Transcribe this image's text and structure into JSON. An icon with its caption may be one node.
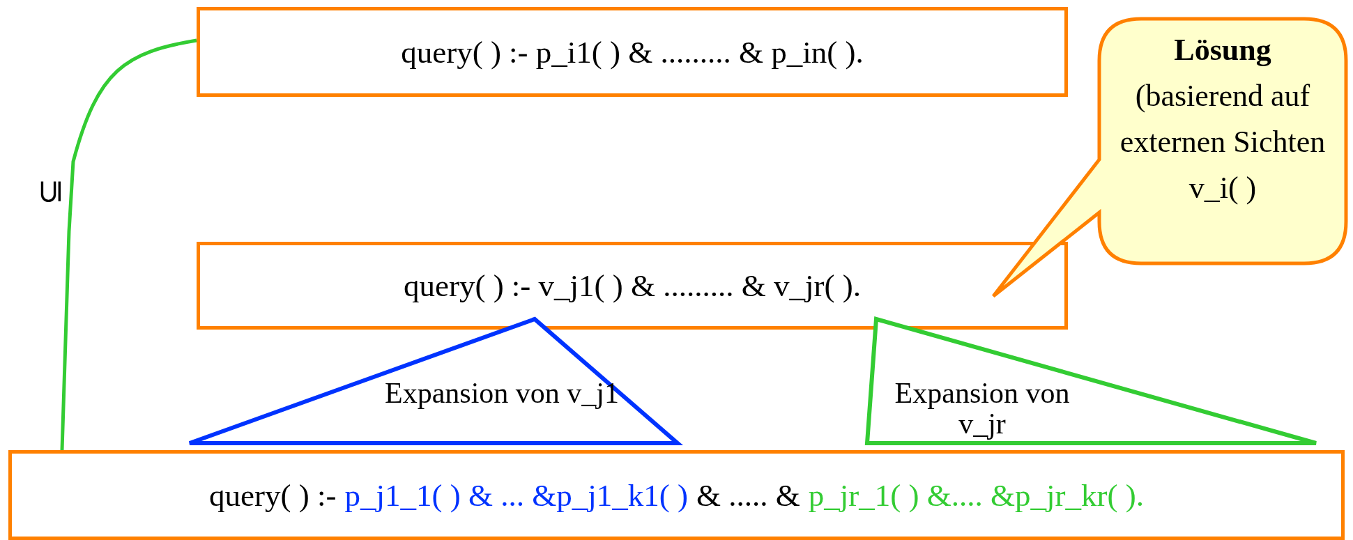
{
  "diagram": {
    "nodes": [
      {
        "text": [
          "query( ) :- p_i1( ) & ......... & p_in( )."
        ]
      },
      {
        "text": [
          "query( ) :- v_j1( ) & ......... & v_jr( )."
        ]
      },
      {
        "text": [
          "Lösung",
          "(basierend auf externen Sichten v_i( )"
        ]
      },
      {
        "text": [
          "Expansion von v_j1"
        ]
      },
      {
        "text": [
          "Expansion von v_jr"
        ]
      },
      {
        "text": [
          "query( ) :-",
          "p_j1_1( ) & ... &p_j1_k1( )",
          "& ..... &",
          "p_jr_1( ) &.... &p_jr_kr( )."
        ]
      }
    ],
    "edges": [
      {
        "from": 0,
        "to": 5,
        "arrow": "none",
        "label": "⊆",
        "color": "#33cc33"
      }
    ]
  }
}
